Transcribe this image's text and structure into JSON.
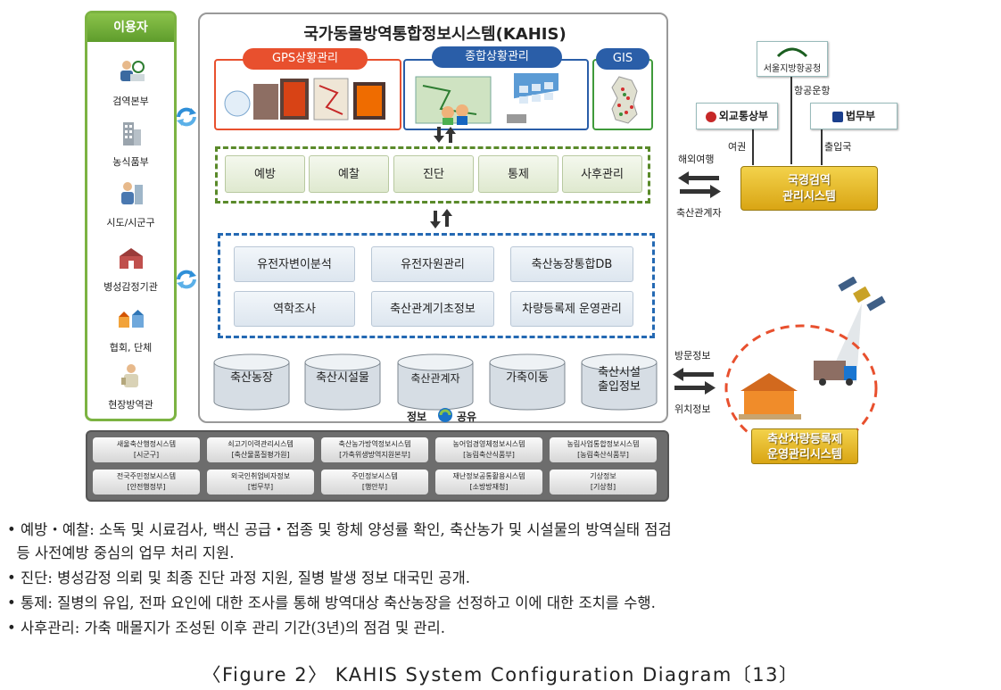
{
  "users": {
    "header": "이용자",
    "items": [
      {
        "label": "검역본부",
        "icon": "inspector-icon"
      },
      {
        "label": "농식품부",
        "icon": "building-icon"
      },
      {
        "label": "시도/시군구",
        "icon": "official-icon"
      },
      {
        "label": "병성감정기관",
        "icon": "lab-icon"
      },
      {
        "label": "협회, 단체",
        "icon": "houses-icon"
      },
      {
        "label": "현장방역관",
        "icon": "field-officer-icon"
      }
    ]
  },
  "kahis": {
    "title": "국가동물방역통합정보시스템(KAHIS)",
    "modules": {
      "gps": "GPS상황관리",
      "integrated": "종합상황관리",
      "gis": "GIS"
    },
    "tasks": [
      "예방",
      "예찰",
      "진단",
      "통제",
      "사후관리"
    ],
    "functions": [
      "유전자변이분석",
      "유전자원관리",
      "축산농장통합DB",
      "역학조사",
      "축산관계기초정보",
      "차량등록제 운영관리"
    ],
    "databases": [
      "축산농장",
      "축산시설물",
      "축산관계자",
      "가축이동",
      "축산시설\n출입정보"
    ],
    "share_label_left": "정보",
    "share_label_right": "공유"
  },
  "systems": [
    {
      "name": "새울축산행정시스템",
      "org": "[시군구]"
    },
    {
      "name": "쇠고기이력관리시스템",
      "org": "[축산물품질평가원]"
    },
    {
      "name": "축산농가방역정보시스템",
      "org": "[가축위생방역지원본부]"
    },
    {
      "name": "농어업경영체정보시스템",
      "org": "[농림축산식품부]"
    },
    {
      "name": "농림사업통합정보시스템",
      "org": "[농림축산식품부]"
    },
    {
      "name": "전국주민정보시스템",
      "org": "[안전행정부]"
    },
    {
      "name": "외국인취업비자정보",
      "org": "[법무부]"
    },
    {
      "name": "주민정보시스템",
      "org": "[행안부]"
    },
    {
      "name": "재난정보공통활용시스템",
      "org": "[소방방재청]"
    },
    {
      "name": "기상정보",
      "org": "[기상청]"
    }
  ],
  "right": {
    "airport": "서울지방항공청",
    "flight_label": "항공운항",
    "mofa": "외교통상부",
    "moj": "법무부",
    "passport_label": "여권",
    "immigration_label": "출입국",
    "overseas_label": "해외여행",
    "livestock_person_label": "축산관계자",
    "border_system": "국경검역\n관리시스템",
    "visit_label": "방문정보",
    "location_label": "위치정보",
    "vehicle_system": "축산차량등록제\n운영관리시스템"
  },
  "notes": [
    "• 예방・예찰: 소독 및 시료검사, 백신 공급・접종 및 항체 양성률 확인, 축산농가 및 시설물의 방역실태 점검",
    "  등 사전예방 중심의 업무 처리 지원.",
    "• 진단: 병성감정 의뢰 및 최종 진단 과정 지원, 질병 발생 정보 대국민 공개.",
    "• 통제: 질병의 유입, 전파 요인에 대한 조사를 통해 방역대상 축산농장을 선정하고 이에 대한 조치를 수행.",
    "• 사후관리: 가축 매몰지가 조성된 이후 관리 기간(3년)의 점검 및 관리."
  ],
  "caption": "〈Figure 2〉 KAHIS System Configuration Diagram〔13〕",
  "colors": {
    "green": "#7cb342",
    "blue": "#2469b3",
    "gps_red": "#e8502e",
    "integrated_blue": "#2a5ea8",
    "gis_green": "#3f9a3b",
    "gold": "#e0b225"
  }
}
